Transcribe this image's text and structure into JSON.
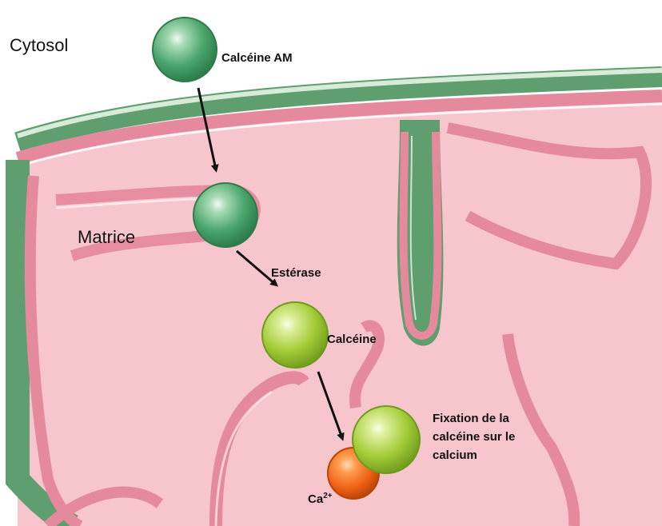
{
  "labels": {
    "cytosol": "Cytosol",
    "matrice": "Matrice",
    "calceine_am": "Calcéine AM",
    "esterase": "Estérase",
    "calceine": "Calcéine",
    "fixation": "Fixation de la calcéine sur le calcium",
    "calcium_base": "Ca",
    "calcium_charge": "2+"
  },
  "colors": {
    "membrane_green": "#5f9e6e",
    "membrane_pink": "#e58a9c",
    "matrix_pink": "#f7c6cc",
    "sphere_dark_green": "#3f9a62",
    "sphere_light_green": "#a6cf3a",
    "calcium_orange": "#f06a14"
  }
}
